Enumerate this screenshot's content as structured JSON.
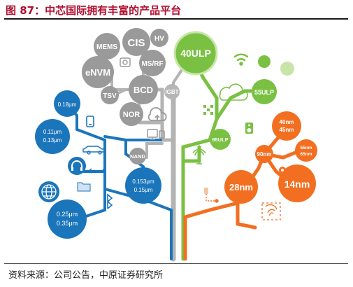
{
  "title": "图 87：中芯国际拥有丰富的产品平台",
  "footer": "资料来源：公司公告，中原证券研究所",
  "colors": {
    "title": "#b00d2f",
    "gray_tech": "#9a9a9a",
    "light_gray_node": "#c8c8c8",
    "blue": "#1b75bb",
    "green": "#7ac043",
    "orange": "#f26f21"
  },
  "nodes": {
    "mems": "MEMS",
    "cis": "CIS",
    "hv": "HV",
    "envm": "eNVM",
    "msrf": "MS/RF",
    "bcd": "BCD",
    "tsv": "TSV",
    "igbt": "IGBT",
    "nor": "NOR",
    "nand": "NAND",
    "n018": "0.18μm",
    "n011": "0.11μm",
    "n013": "0.13μm",
    "n0153": "0.153μm",
    "n015": "0.15μm",
    "n025": "0.25μm",
    "n035": "0.35μm",
    "ulp40": "40ULP",
    "ulp55": "55ULP",
    "ulp95": "95ULP",
    "n28": "28nm",
    "n14": "14nm",
    "n90": "90nm",
    "n40": "40nm",
    "n45": "45nm",
    "n55": "55nm",
    "n65": "65nm"
  },
  "icons": [
    "wifi-icon",
    "cloud-icon",
    "grid-icon",
    "speaker-icon",
    "phone-icon",
    "car-icon",
    "headphones-icon",
    "globe-icon",
    "folder-icon",
    "bluetooth-icon",
    "antenna-icon",
    "fingerprint-icon",
    "gear-icon",
    "cloud-upload-icon",
    "monitor-icon",
    "camera-icon",
    "drone-icon"
  ]
}
